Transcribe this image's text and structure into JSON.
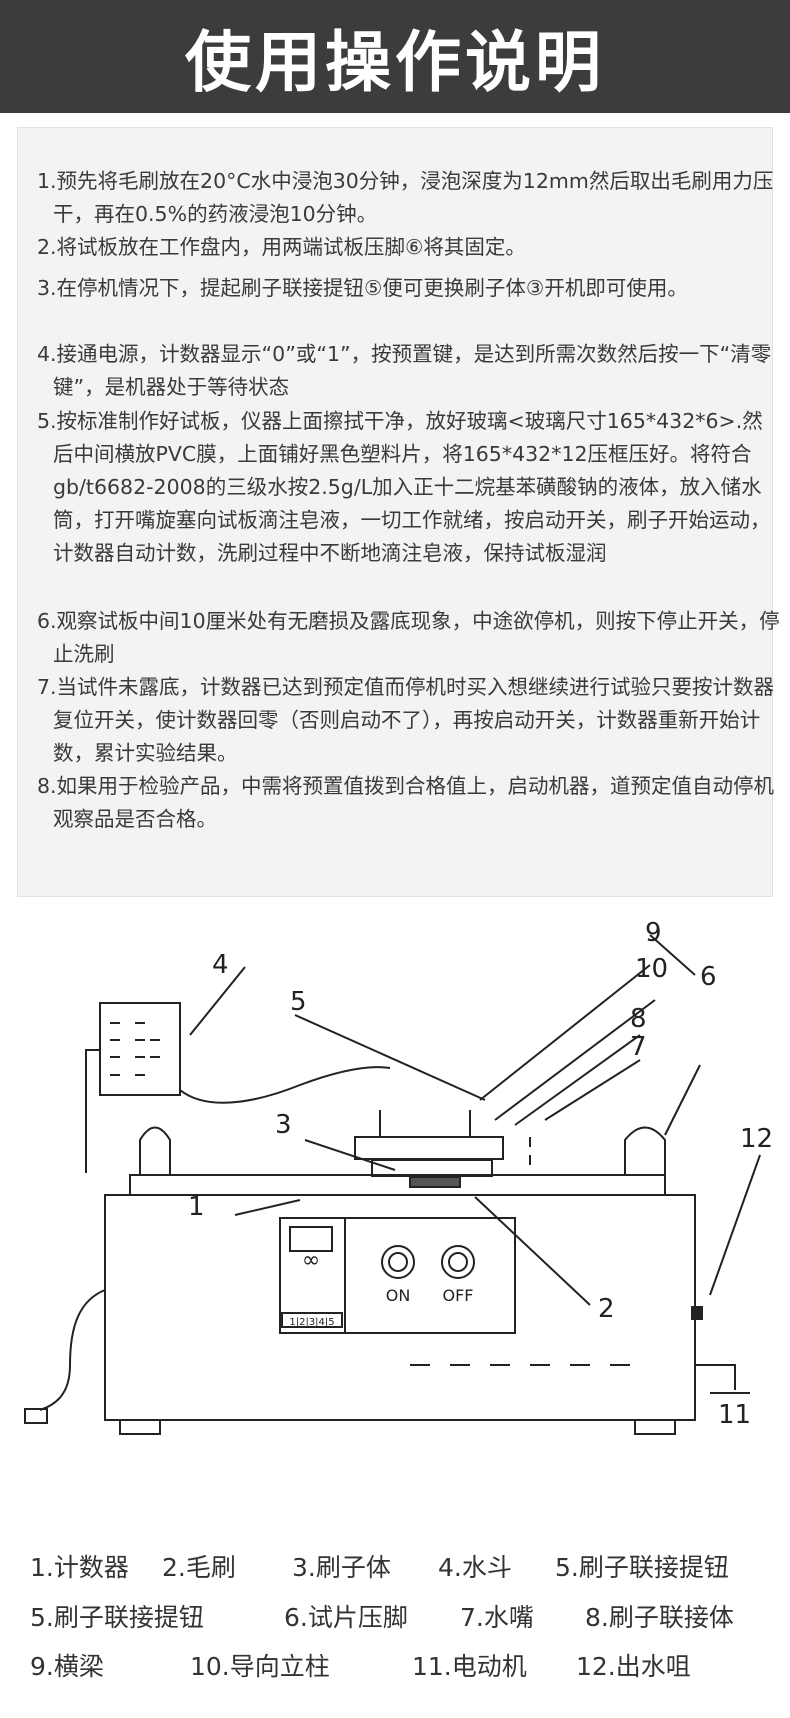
{
  "page": {
    "title": "使用操作说明"
  },
  "steps": [
    "1.预先将毛刷放在20°C水中浸泡30分钟，浸泡深度为12mm然后取出毛刷用力压干，再在0.5%的药液浸泡10分钟。",
    "2.将试板放在工作盘内，用两端试板压脚⑥将其固定。",
    "3.在停机情况下，提起刷子联接提钮⑤便可更换刷子体③开机即可使用。",
    "4.接通电源，计数器显示“0”或“1”，按预置键，是达到所需次数然后按一下“清零键”，是机器处于等待状态",
    "5.按标准制作好试板，仪器上面擦拭干净，放好玻璃<玻璃尺寸165*432*6>.然后中间横放PVC膜，上面铺好黑色塑料片，将165*432*12压框压好。将符合gb/t6682-2008的三级水按2.5g/L加入正十二烷基苯磺酸钠的液体，放入储水筒，打开嘴旋塞向试板滴注皂液，一切工作就绪，按启动开关，刷子开始运动，计数器自动计数，洗刷过程中不断地滴注皂液，保持试板湿润",
    "6.观察试板中间10厘米处有无磨损及露底现象，中途欲停机，则按下停止开关，停止洗刷",
    "7.当试件未露底，计数器已达到预定值而停机时买入想继续进行试验只要按计数器复位开关，使计数器回零（否则启动不了），再按启动开关，计数器重新开始计数，累计实验结果。",
    "8.如果用于检验产品，中需将预置值拨到合格值上，启动机器，道预定值自动停机观察品是否合格。"
  ],
  "diagram": {
    "callouts": [
      "1",
      "2",
      "3",
      "4",
      "5",
      "6",
      "7",
      "8",
      "9",
      "10",
      "11",
      "12"
    ],
    "counter_display": "∞",
    "counter_keys": "1|2|3|4|5",
    "on_label": "ON",
    "off_label": "OFF"
  },
  "legend": [
    [
      "1.计数器",
      "2.毛刷",
      "3.刷子体",
      "4.水斗",
      "5.刷子联接提钮"
    ],
    [
      "5.刷子联接提钮",
      "6.试片压脚",
      "7.水嘴",
      "8.刷子联接体"
    ],
    [
      "9.横梁",
      "10.导向立柱",
      "11.电动机",
      "12.出水咀"
    ]
  ]
}
